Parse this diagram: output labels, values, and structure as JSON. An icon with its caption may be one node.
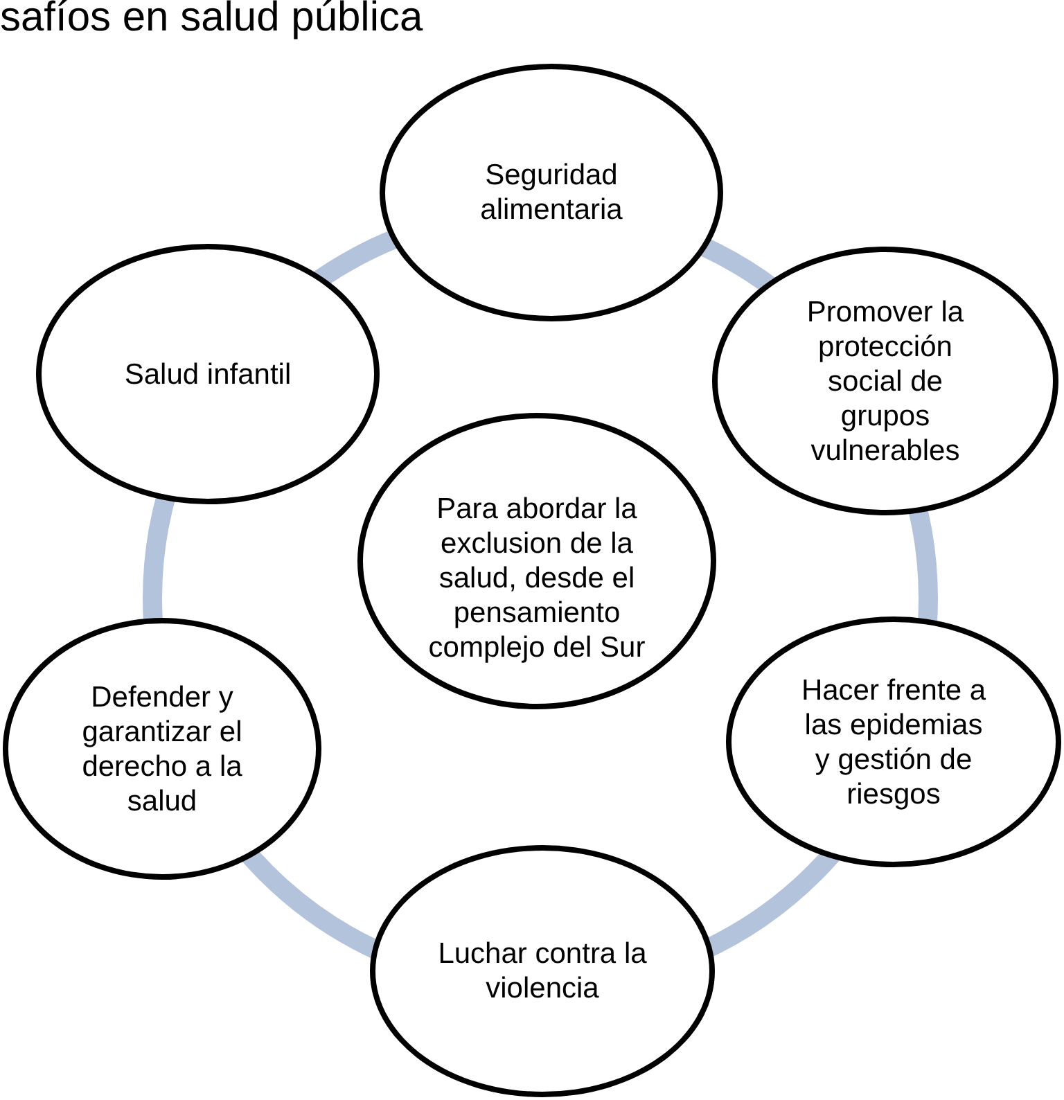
{
  "diagram": {
    "title": "safíos en salud pública",
    "nodes": [
      {
        "text": [
          "Seguridad alimentaria"
        ]
      },
      {
        "text": [
          "Salud infantil"
        ]
      },
      {
        "text": [
          "Promover la protección social de grupos vulnerables"
        ]
      },
      {
        "text": [
          "Para abordar la exclusion de la salud, desde el pensamiento complejo del Sur"
        ]
      },
      {
        "text": [
          "Defender y garantizar el derecho a la salud"
        ]
      },
      {
        "text": [
          "Hacer frente a las epidemias y gestión de riesgos"
        ]
      },
      {
        "text": [
          "Luchar contra la violencia"
        ]
      }
    ]
  }
}
